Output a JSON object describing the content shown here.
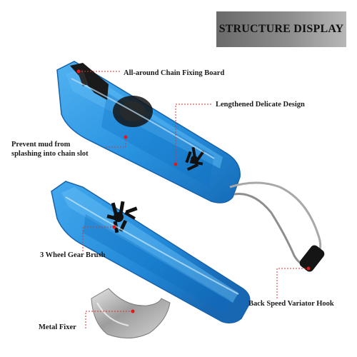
{
  "banner": {
    "title": "STRUCTURE DISPLAY",
    "bg_start": "#6a6a6a",
    "bg_end": "#b7b7b7"
  },
  "labels": {
    "fixing_board": "All-around Chain Fixing Board",
    "lengthened": "Lengthened Delicate Design",
    "prevent_mud_line1": "Prevent mud from",
    "prevent_mud_line2": "splashing into chain slot",
    "gear_brush": "3 Wheel Gear Brush",
    "hook": "Back Speed Variator Hook",
    "metal_fixer": "Metal Fixer"
  },
  "colors": {
    "plastic_blue": "#1e8fe0",
    "plastic_blue_dark": "#0a64b4",
    "callout_red": "#e01a1a",
    "brush_black": "#151515",
    "metal": "#b9b9b9"
  },
  "icons": [
    "chain-cleaner-body",
    "gear-brush",
    "wire-hook",
    "metal-clip"
  ]
}
